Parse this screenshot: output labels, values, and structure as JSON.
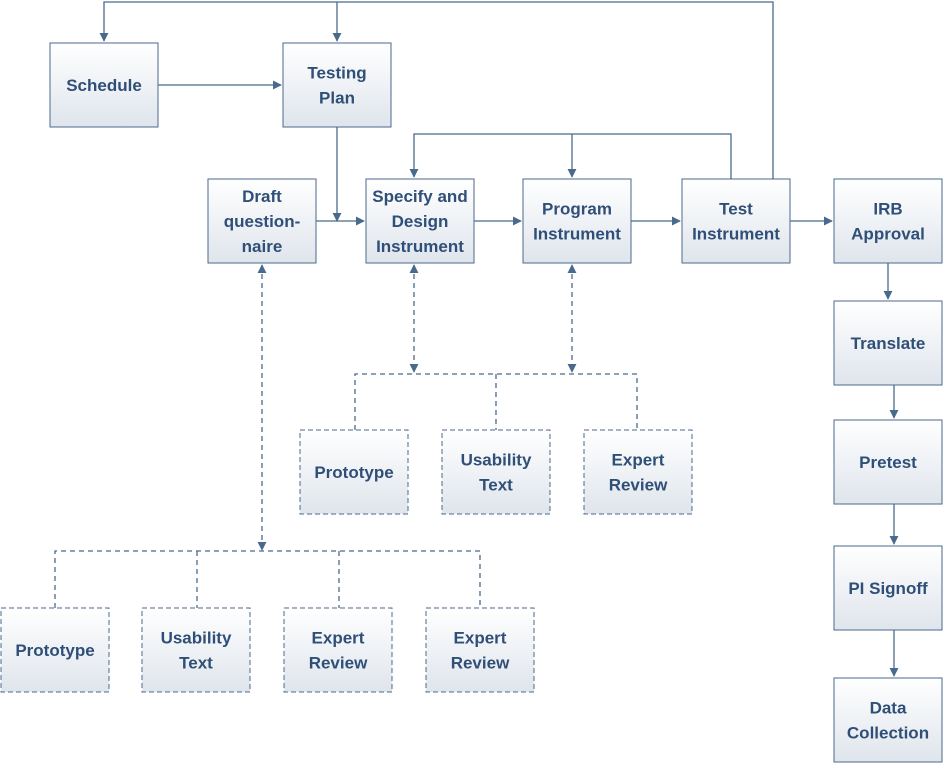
{
  "nodes": [
    {
      "id": "schedule",
      "lines": [
        "Schedule"
      ],
      "style": "solid"
    },
    {
      "id": "testing-plan",
      "lines": [
        "Testing",
        "Plan"
      ],
      "style": "solid"
    },
    {
      "id": "draft-questionnaire",
      "lines": [
        "Draft",
        "question-",
        "naire"
      ],
      "style": "solid"
    },
    {
      "id": "specify-design",
      "lines": [
        "Specify and",
        "Design",
        "Instrument"
      ],
      "style": "solid"
    },
    {
      "id": "program-instrument",
      "lines": [
        "Program",
        "Instrument"
      ],
      "style": "solid"
    },
    {
      "id": "test-instrument",
      "lines": [
        "Test",
        "Instrument"
      ],
      "style": "solid"
    },
    {
      "id": "irb-approval",
      "lines": [
        "IRB",
        "Approval"
      ],
      "style": "solid"
    },
    {
      "id": "translate",
      "lines": [
        "Translate"
      ],
      "style": "solid"
    },
    {
      "id": "pretest",
      "lines": [
        "Pretest"
      ],
      "style": "solid"
    },
    {
      "id": "pi-signoff",
      "lines": [
        "PI Signoff"
      ],
      "style": "solid"
    },
    {
      "id": "data-collection",
      "lines": [
        "Data",
        "Collection"
      ],
      "style": "solid"
    },
    {
      "id": "prototype-upper",
      "lines": [
        "Prototype"
      ],
      "style": "dashed"
    },
    {
      "id": "usability-text-upper",
      "lines": [
        "Usability",
        "Text"
      ],
      "style": "dashed"
    },
    {
      "id": "expert-review-upper",
      "lines": [
        "Expert",
        "Review"
      ],
      "style": "dashed"
    },
    {
      "id": "prototype-lower",
      "lines": [
        "Prototype"
      ],
      "style": "dashed"
    },
    {
      "id": "usability-text-lower",
      "lines": [
        "Usability",
        "Text"
      ],
      "style": "dashed"
    },
    {
      "id": "expert-review-lower-1",
      "lines": [
        "Expert",
        "Review"
      ],
      "style": "dashed"
    },
    {
      "id": "expert-review-lower-2",
      "lines": [
        "Expert",
        "Review"
      ],
      "style": "dashed"
    }
  ],
  "edges": [
    {
      "id": "schedule-to-testing-plan",
      "from": "schedule",
      "to": "testing-plan",
      "style": "solid"
    },
    {
      "id": "testing-plan-to-specify",
      "from": "testing-plan",
      "to": "specify-design",
      "style": "solid"
    },
    {
      "id": "draft-to-specify",
      "from": "draft-questionnaire",
      "to": "specify-design",
      "style": "solid"
    },
    {
      "id": "specify-to-program",
      "from": "specify-design",
      "to": "program-instrument",
      "style": "solid"
    },
    {
      "id": "program-to-test",
      "from": "program-instrument",
      "to": "test-instrument",
      "style": "solid"
    },
    {
      "id": "test-to-irb",
      "from": "test-instrument",
      "to": "irb-approval",
      "style": "solid"
    },
    {
      "id": "test-feedback-to-specify",
      "from": "test-instrument",
      "to": "specify-design",
      "style": "solid"
    },
    {
      "id": "test-feedback-to-program",
      "from": "test-instrument",
      "to": "program-instrument",
      "style": "solid"
    },
    {
      "id": "test-feedback-to-schedule",
      "from": "test-instrument",
      "to": "schedule",
      "style": "solid"
    },
    {
      "id": "test-feedback-to-testing-plan",
      "from": "test-instrument",
      "to": "testing-plan",
      "style": "solid"
    },
    {
      "id": "irb-to-translate",
      "from": "irb-approval",
      "to": "translate",
      "style": "solid"
    },
    {
      "id": "translate-to-pretest",
      "from": "translate",
      "to": "pretest",
      "style": "solid"
    },
    {
      "id": "pretest-to-pi-signoff",
      "from": "pretest",
      "to": "pi-signoff",
      "style": "solid"
    },
    {
      "id": "pi-signoff-to-data-collection",
      "from": "pi-signoff",
      "to": "data-collection",
      "style": "solid"
    },
    {
      "id": "specify-to-upper-group",
      "from": "specify-design",
      "to": "upper-review-group",
      "style": "dashed"
    },
    {
      "id": "program-to-upper-group",
      "from": "program-instrument",
      "to": "upper-review-group",
      "style": "dashed"
    },
    {
      "id": "draft-to-lower-group",
      "from": "draft-questionnaire",
      "to": "lower-review-group",
      "style": "dashed"
    }
  ]
}
